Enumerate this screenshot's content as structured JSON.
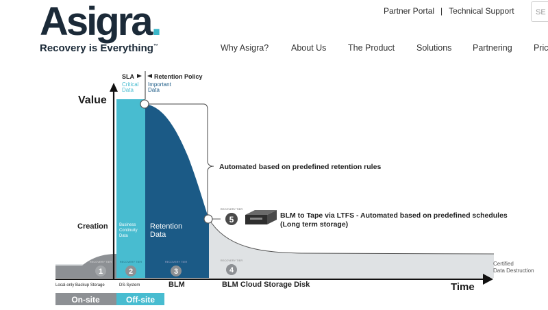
{
  "header": {
    "logo_text": "Asigra",
    "logo_dot": ".",
    "tagline": "Recovery is Everything",
    "tagline_mark": "™",
    "top_links": [
      "Partner Portal",
      "Technical Support"
    ],
    "top_separator": "|",
    "search_placeholder": "SE",
    "nav": [
      "Why Asigra?",
      "About Us",
      "The Product",
      "Solutions",
      "Partnering",
      "Pric"
    ]
  },
  "diagram": {
    "value_label": "Value",
    "time_label": "Time",
    "creation_label": "Creation",
    "sla_label": "SLA",
    "retention_policy_label": "Retention Policy",
    "critical_data": [
      "Critical",
      "Data"
    ],
    "important_data": [
      "Important",
      "Data"
    ],
    "business_continuity": [
      "Business",
      "Continuity",
      "Data"
    ],
    "retention_data": [
      "Retention",
      "Data"
    ],
    "automated_retention": "Automated based on predefined retention rules",
    "tape_line1": "BLM to Tape via LTFS - Automated based on predefined schedules",
    "tape_line2": "(Long term storage)",
    "certified": [
      "Certified",
      "Data Destruction"
    ],
    "tier_label": "RECOVERY TIER",
    "tiers": [
      "1",
      "2",
      "3",
      "4",
      "5"
    ],
    "bottom_labels": [
      "Local-only Backup Storage",
      "DS-System",
      "BLM",
      "BLM Cloud Storage Disk"
    ],
    "onsite": "On-site",
    "offsite": "Off-site",
    "colors": {
      "navy": "#1b5a86",
      "teal": "#48bcd0",
      "gray_band": "#dfe2e4",
      "dark_gray": "#8d9094"
    }
  }
}
